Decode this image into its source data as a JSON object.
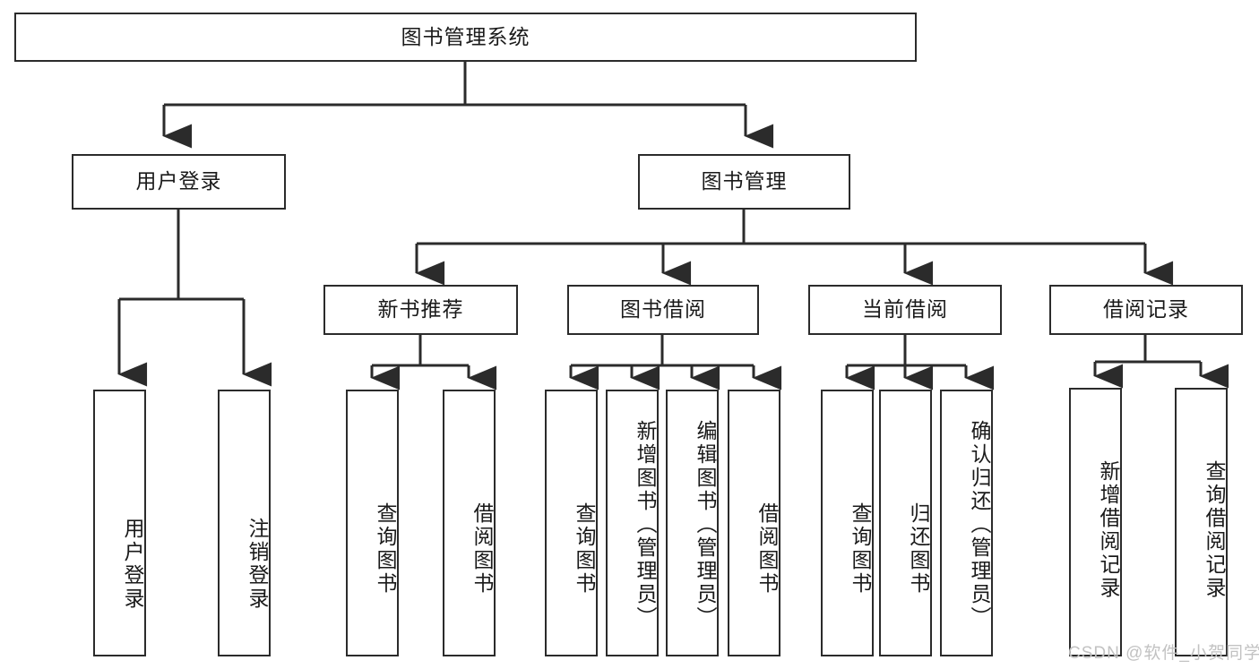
{
  "diagram": {
    "type": "tree-flowchart",
    "title_node": {
      "label": "图书管理系统"
    },
    "level2": [
      {
        "label": "用户登录"
      },
      {
        "label": "图书管理"
      }
    ],
    "level3": [
      {
        "label": "新书推荐"
      },
      {
        "label": "图书借阅"
      },
      {
        "label": "当前借阅"
      },
      {
        "label": "借阅记录"
      }
    ],
    "leaves": {
      "user_login": [
        {
          "label": "用户登录"
        },
        {
          "label": "注销登录"
        }
      ],
      "new_book_recommend": [
        {
          "label": "查询图书"
        },
        {
          "label": "借阅图书"
        }
      ],
      "book_borrow": [
        {
          "label": "查询图书"
        },
        {
          "label": "新增图书（管理员）"
        },
        {
          "label": "编辑图书（管理员）"
        },
        {
          "label": "借阅图书"
        }
      ],
      "current_borrow": [
        {
          "label": "查询图书"
        },
        {
          "label": "归还图书"
        },
        {
          "label": "确认归还（管理员）"
        }
      ],
      "borrow_record": [
        {
          "label": "新增借阅记录"
        },
        {
          "label": "查询借阅记录"
        }
      ]
    }
  },
  "watermark": {
    "text": "CSDN @软件_小贺同学"
  },
  "colors": {
    "stroke": "#2b2b2b",
    "background": "#ffffff",
    "text": "#1a1a1a",
    "watermark": "#c2c2c2"
  }
}
